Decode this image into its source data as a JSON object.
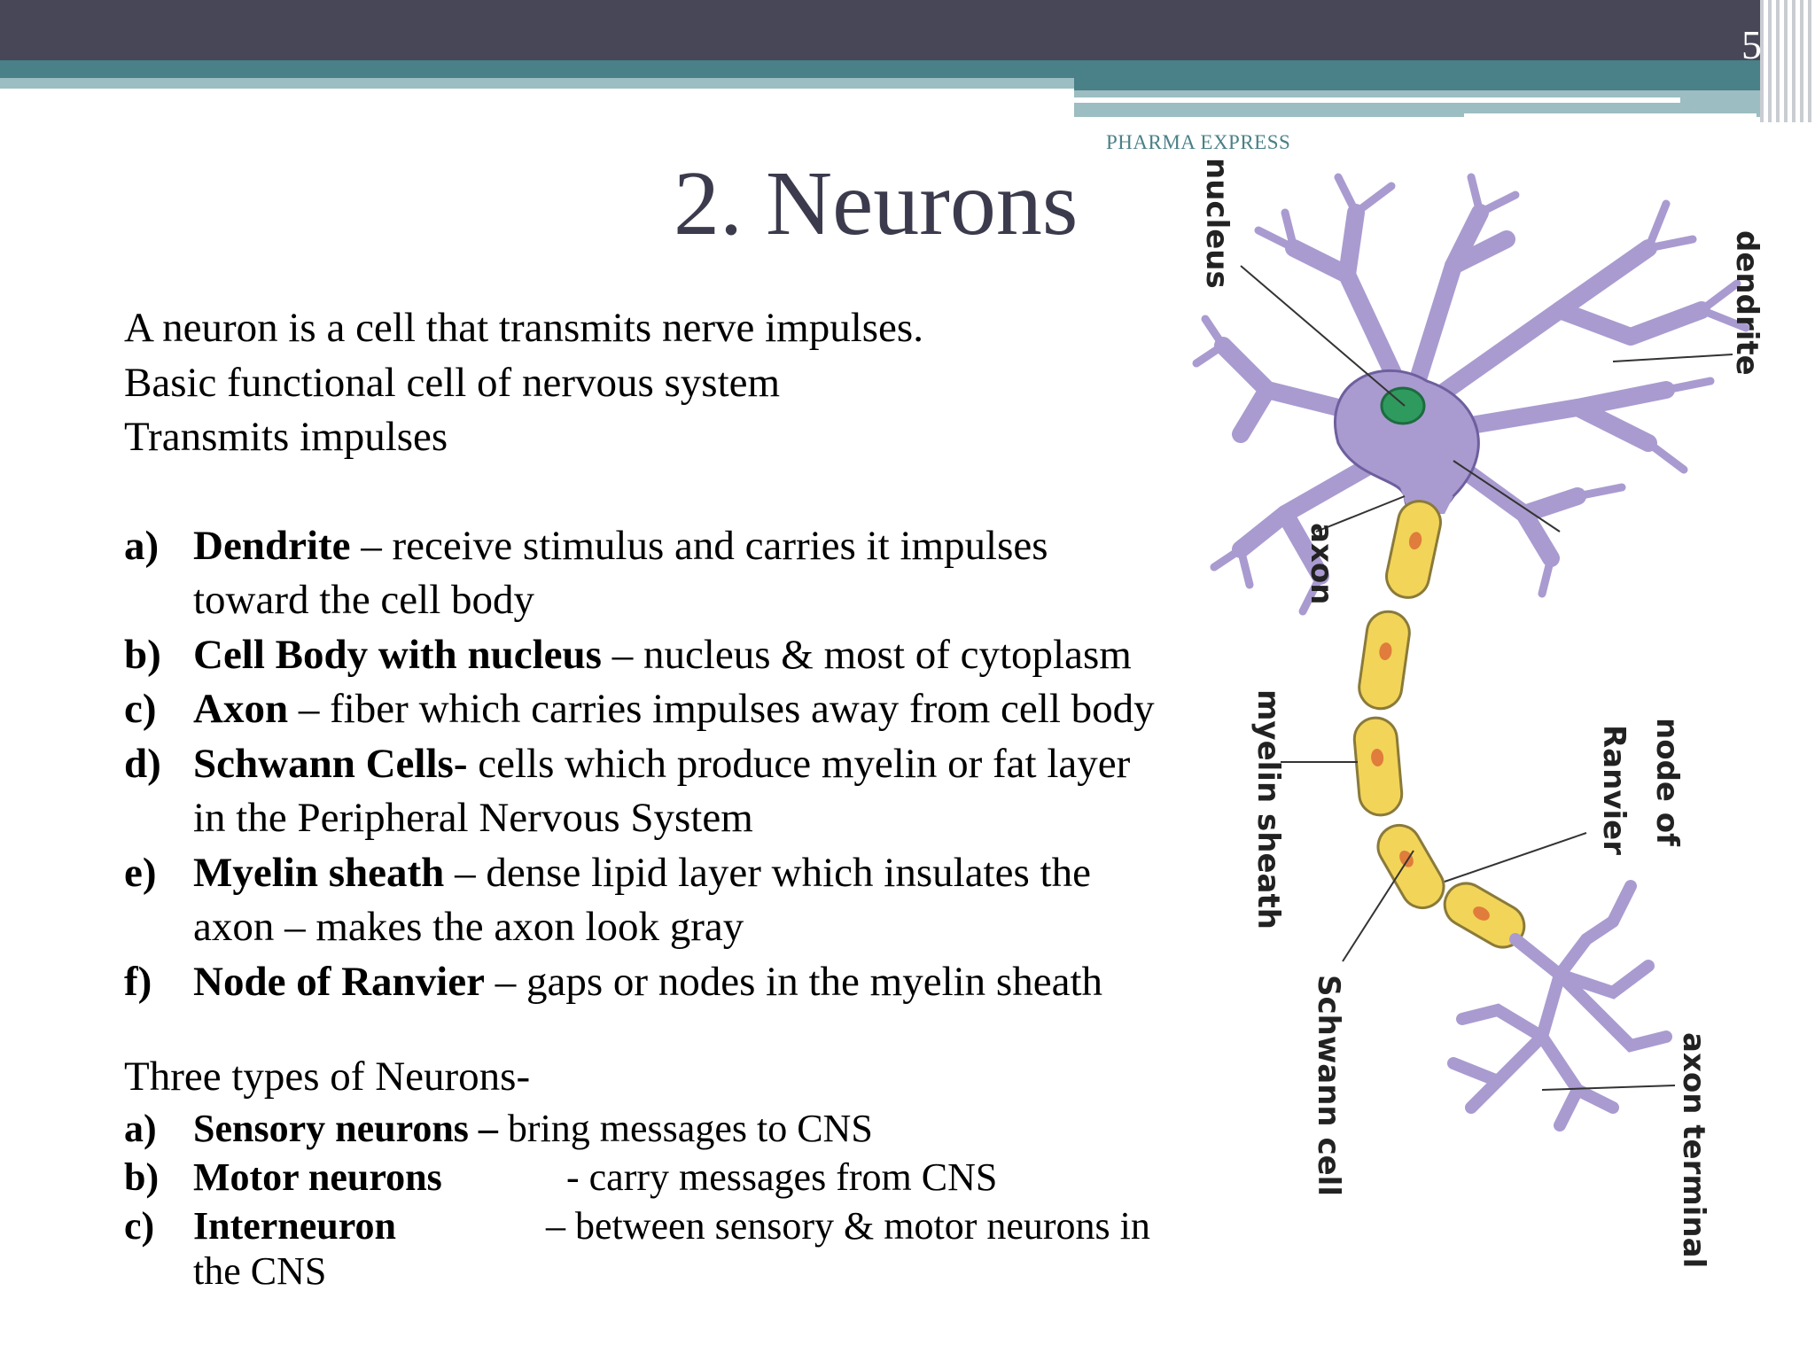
{
  "slide": {
    "number": "5",
    "watermark": "PHARMA EXPRESS",
    "title": "2. Neurons"
  },
  "intro": [
    "A neuron is a cell that transmits nerve impulses.",
    "Basic functional cell of nervous system",
    "Transmits impulses"
  ],
  "parts": [
    {
      "label": "a)",
      "term": "Dendrite",
      "desc": " – receive stimulus and carries it impulses",
      "cont": "toward the cell body"
    },
    {
      "label": "b)",
      "term": "Cell Body with nucleus",
      "desc": " – nucleus & most of cytoplasm",
      "cont": ""
    },
    {
      "label": "c)",
      "term": "Axon",
      "desc": " – fiber which carries impulses away from cell body",
      "cont": ""
    },
    {
      "label": "d)",
      "term": "Schwann Cells-",
      "desc": " cells which produce myelin or fat layer",
      "cont": "in the Peripheral Nervous System"
    },
    {
      "label": "e)",
      "term": "Myelin sheath",
      "desc": " – dense lipid layer which insulates the",
      "cont": "axon – makes the axon look gray"
    },
    {
      "label": "f)",
      "term": "Node of Ranvier",
      "desc": " – gaps or nodes in the myelin sheath",
      "cont": ""
    }
  ],
  "types_heading": "Three types of Neurons-",
  "types": [
    {
      "label": "a)",
      "term": "Sensory neurons –",
      "desc": " bring messages to CNS",
      "cont": ""
    },
    {
      "label": "b)",
      "term": "Motor neurons",
      "desc": "- carry messages from CNS",
      "cont": ""
    },
    {
      "label": "c)",
      "term": "Interneuron",
      "desc": "– between sensory & motor neurons in",
      "cont": "the CNS"
    }
  ],
  "diagram": {
    "labels": {
      "nucleus": "nucleus",
      "dendrite": "dendrite",
      "axon": "axon",
      "myelin_sheath": "myelin sheath",
      "node_of": "node of",
      "ranvier": "Ranvier",
      "schwann_cell": "Schwann cell",
      "axon_terminal": "axon terminal"
    },
    "colors": {
      "neuron": "#a99bd0",
      "nucleus": "#2f9a5e",
      "myelin": "#f2d458",
      "schwann_nucleus": "#e07c3c"
    }
  }
}
